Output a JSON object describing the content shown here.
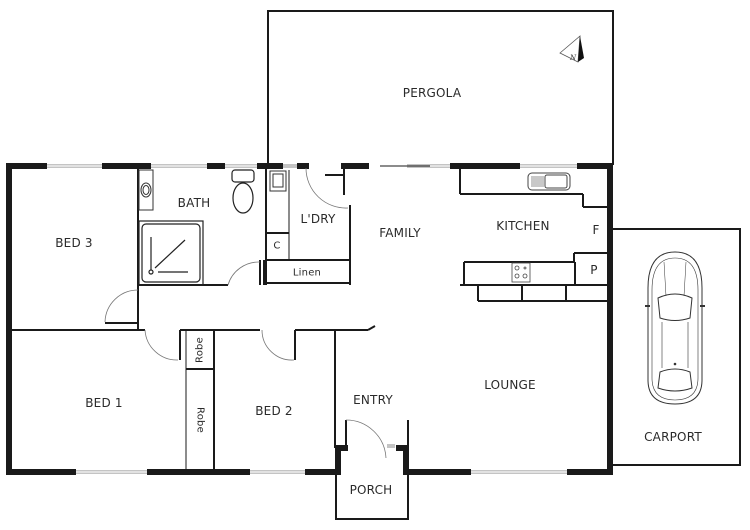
{
  "diagram": {
    "type": "floor-plan",
    "colors": {
      "wall": "#1a1a1a",
      "window": "#c8c8c8",
      "thin_line": "#2a2a2a",
      "label": "#2a2a2a",
      "background": "#ffffff"
    },
    "compass": {
      "label": "N"
    },
    "rooms": {
      "pergola": "PERGOLA",
      "bath": "BATH",
      "laundry": "L'DRY",
      "cupboard": "C",
      "linen": "Linen",
      "family": "FAMILY",
      "kitchen": "KITCHEN",
      "fridge": "F",
      "pantry": "P",
      "bed3": "BED 3",
      "bed1": "BED 1",
      "robe_top": "Robe",
      "robe_bottom": "Robe",
      "bed2": "BED 2",
      "entry": "ENTRY",
      "lounge": "LOUNGE",
      "porch": "PORCH",
      "carport": "CARPORT"
    }
  }
}
